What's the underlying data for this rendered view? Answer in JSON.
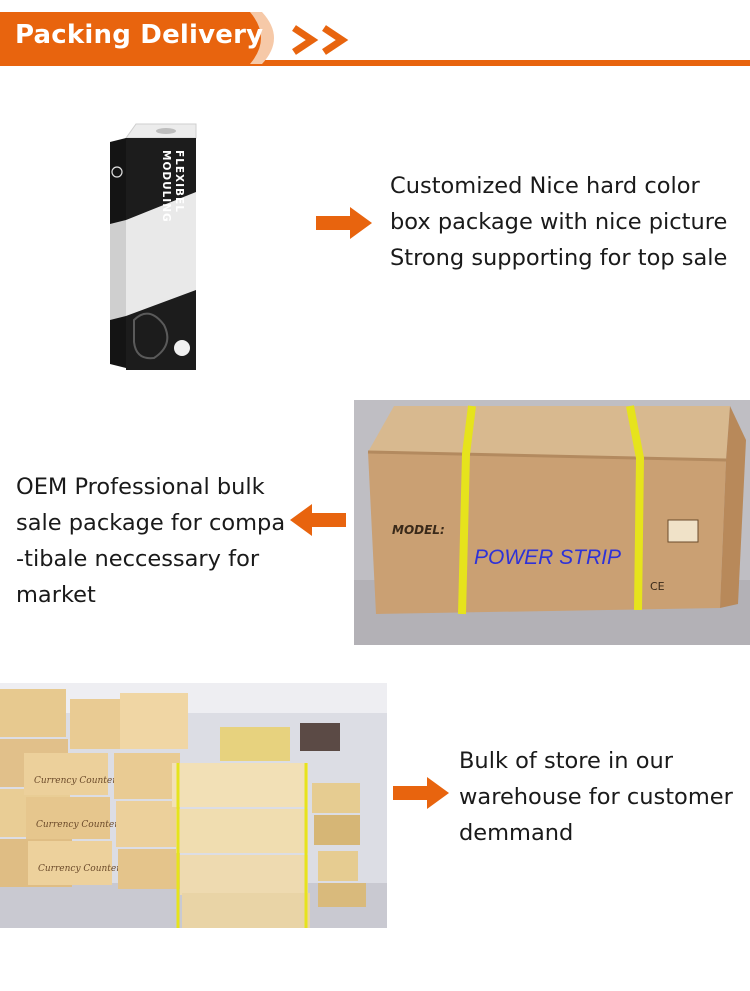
{
  "header": {
    "title": "Packing Delivery",
    "accent_color": "#e8640e",
    "icon": "double-chevron-right-icon"
  },
  "sections": [
    {
      "image": "retail-color-box",
      "box_text": "FLEXIBEL MODULING",
      "arrow_direction": "right",
      "text": "Customized Nice hard color\nbox package with nice picture\nStrong supporting for top sale"
    },
    {
      "image": "carton-box-photo",
      "carton_model_label": "MODEL:",
      "carton_print": "POWER STRIP",
      "arrow_direction": "left",
      "text": "OEM  Professional bulk\nsale package for compa\n-tibale neccessary for\nmarket"
    },
    {
      "image": "warehouse-stock-photo",
      "carton_print": "Currency Counter",
      "arrow_direction": "right",
      "text": "Bulk of store in our\nwarehouse for customer\ndemmand"
    }
  ]
}
